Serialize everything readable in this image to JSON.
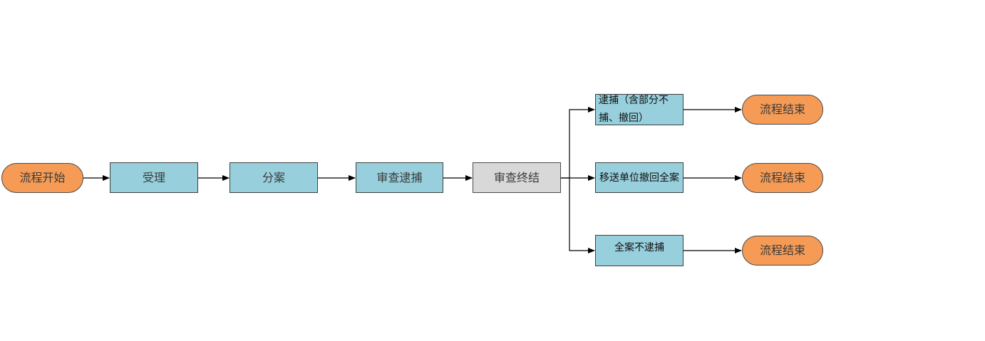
{
  "nodes": {
    "start": "流程开始",
    "accept": "受理",
    "assign": "分案",
    "review_arrest": "审查逮捕",
    "review_end": "审查终结",
    "arrest_partial": "逮捕（含部分不捕、撤回）",
    "transfer_withdraw": "移送单位撤回全案",
    "no_arrest": "全案不逮捕",
    "end": "流程结束"
  },
  "colors": {
    "terminal": "#f59b55",
    "process": "#97cfdc",
    "review": "#d8d8d8",
    "line": "#000000"
  }
}
